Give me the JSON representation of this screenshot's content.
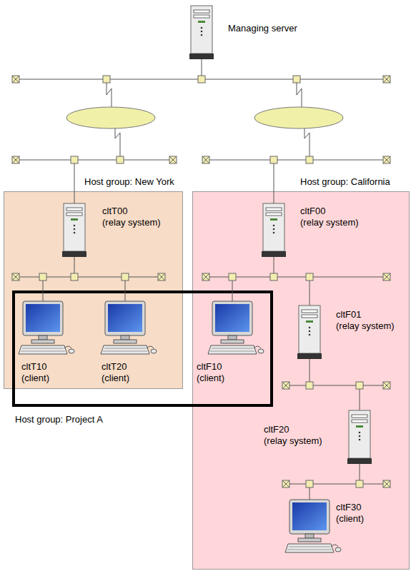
{
  "diagram": {
    "nodes": [
      {
        "text": [
          "Managing server"
        ]
      },
      {
        "text": [
          "Host group: New York"
        ]
      },
      {
        "text": [
          "cltT00",
          "(relay system)"
        ],
        "in": 1
      },
      {
        "text": [
          "cltT10",
          "(client)"
        ],
        "in": 1
      },
      {
        "text": [
          "cltT20",
          "(client)"
        ],
        "in": 1
      },
      {
        "text": [
          "Host group: California"
        ]
      },
      {
        "text": [
          "cltF00",
          "(relay system)"
        ],
        "in": 5
      },
      {
        "text": [
          "cltF10",
          "(client)"
        ],
        "in": 5
      },
      {
        "text": [
          "cltF01",
          "(relay system)"
        ],
        "in": 5
      },
      {
        "text": [
          "cltF20",
          "(relay system)"
        ],
        "in": 5
      },
      {
        "text": [
          "cltF30",
          "(client)"
        ],
        "in": 5
      },
      {
        "text": [
          "Host group: Project A"
        ]
      }
    ]
  }
}
